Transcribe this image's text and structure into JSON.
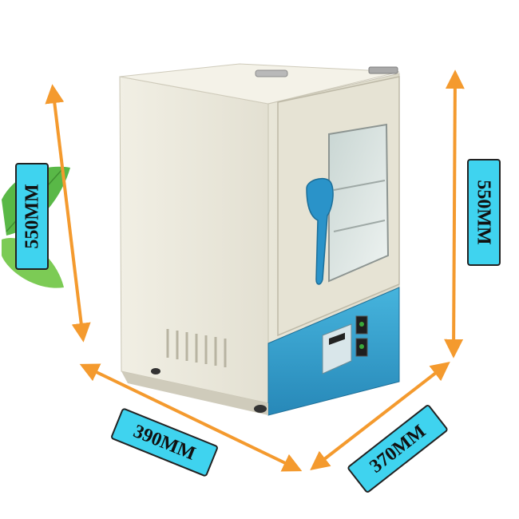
{
  "product": {
    "name_icon": "lab-drying-oven-icon",
    "body_color": "#ece9da",
    "base_color": "#2f9fcc",
    "handle_color": "#2a93c9"
  },
  "dimensions": {
    "height_left": "550MM",
    "height_right": "550MM",
    "width": "390MM",
    "depth": "370MM",
    "label_bg": "#3fd3ef",
    "arrow_color": "#f49a2e"
  },
  "decor": {
    "leaf_icon": "green-leaf-icon"
  }
}
